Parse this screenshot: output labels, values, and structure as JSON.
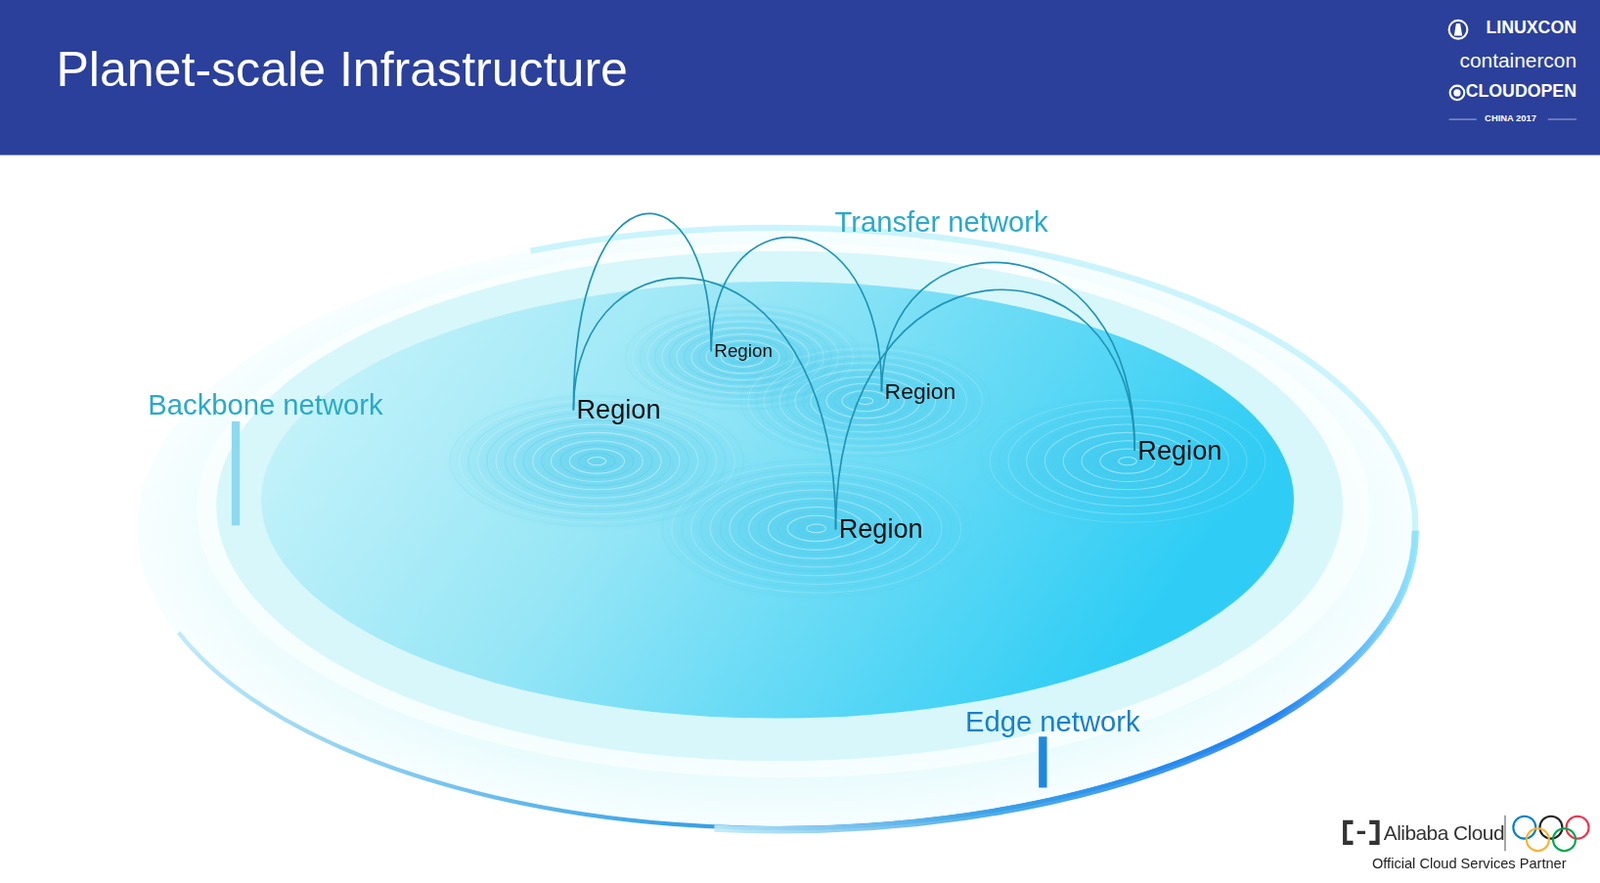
{
  "diagram": {
    "title": "Planet-scale Infrastructure",
    "nodes": [
      {
        "text": [
          "Region"
        ]
      },
      {
        "text": [
          "Region"
        ]
      },
      {
        "text": [
          "Region"
        ]
      },
      {
        "text": [
          "Region"
        ]
      },
      {
        "text": [
          "Region"
        ]
      }
    ],
    "edges": [
      {
        "from": 1,
        "to": 0,
        "arrow": "none"
      },
      {
        "from": 1,
        "to": 4,
        "arrow": "none"
      },
      {
        "from": 0,
        "to": 2,
        "arrow": "none"
      },
      {
        "from": 2,
        "to": 3,
        "arrow": "none"
      },
      {
        "from": 4,
        "to": 3,
        "arrow": "none"
      }
    ],
    "labels": [
      "Transfer network",
      "Backbone network",
      "Edge network",
      "LINUXCON",
      "containercon",
      "CLOUDOPEN",
      "CHINA 2017",
      "Alibaba Cloud",
      "Official Cloud Services Partner"
    ]
  }
}
